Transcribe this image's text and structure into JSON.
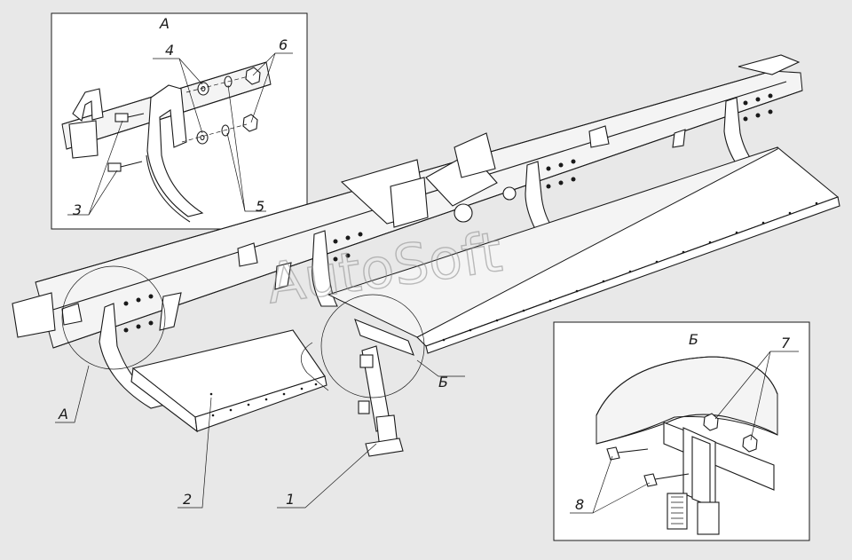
{
  "labels": {
    "view_a": "A",
    "view_a_ref": "A",
    "view_b": "Б",
    "view_b_ref": "Б",
    "p1": "1",
    "p2": "2",
    "p3": "3",
    "p4": "4",
    "p5": "5",
    "p6": "6",
    "p7": "7",
    "p8": "8"
  },
  "watermark": "AutoSoft",
  "colors": {
    "background": "#e8e8e8",
    "line": "#1a1a1a",
    "part_fill": "#ffffff"
  }
}
